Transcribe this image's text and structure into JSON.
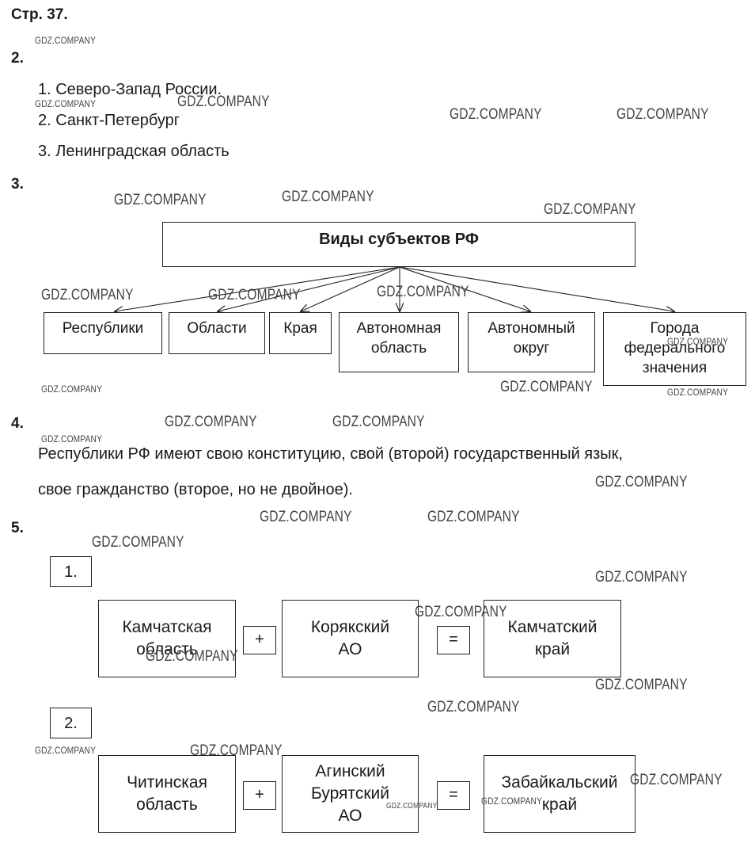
{
  "page_title": "Стр. 37.",
  "tasks": {
    "t2": {
      "number": "2.",
      "items": [
        "1. Северо-Запад России.",
        "2. Санкт-Петербург",
        "3. Ленинградская область"
      ]
    },
    "t3": {
      "number": "3.",
      "root": "Виды субъектов РФ",
      "children": [
        "Республики",
        "Области",
        "Края",
        "Автономная область",
        "Автономный округ",
        "Города федерального значения"
      ]
    },
    "t4": {
      "number": "4.",
      "lines": [
        "Республики РФ имеют свою конституцию, свой (второй) государственный язык,",
        "свое гражданство (второе, но не двойное)."
      ]
    },
    "t5": {
      "number": "5.",
      "rows": [
        {
          "index": "1.",
          "a": "Камчатская область",
          "plus": "+",
          "b": "Корякский АО",
          "eq": "=",
          "result": "Камчатский край"
        },
        {
          "index": "2.",
          "a": "Читинская область",
          "plus": "+",
          "b": "Агинский Бурятский АО",
          "eq": "=",
          "result": "Забайкальский край"
        }
      ]
    }
  },
  "watermark": "GDZ.COMPANY"
}
